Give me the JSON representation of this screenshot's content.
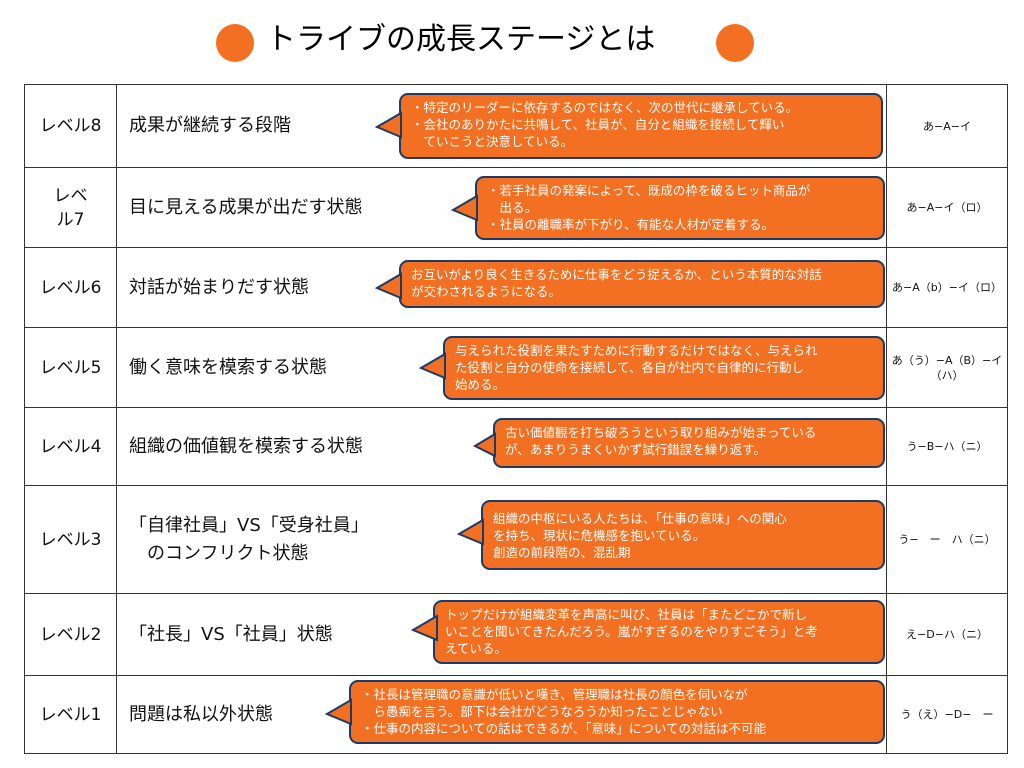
{
  "title": "トライブの成長ステージとは",
  "colors": {
    "accent": "#f36f21",
    "callout_border": "#1e3a66"
  },
  "rows": [
    {
      "level": "レベル8",
      "state_lines": [
        "成果が継続する段階"
      ],
      "callout_lines": [
        "・特定のリーダーに依存するのではなく、次の世代に継承している。",
        "・会社のありかたに共鳴して、社員が、自分と組織を接続して輝い",
        "　ていこうと決意している。"
      ],
      "code": "あ−A−イ"
    },
    {
      "level": "レベル7",
      "state_lines": [
        "目に見える成果が出だす状態"
      ],
      "callout_lines": [
        "・若手社員の発案によって、既成の枠を破るヒット商品が",
        "　出る。",
        "・社員の離職率が下がり、有能な人材が定着する。"
      ],
      "code": "あ−A−イ（ロ）"
    },
    {
      "level": "レベル6",
      "state_lines": [
        "対話が始まりだす状態"
      ],
      "callout_lines": [
        "お互いがより良く生きるために仕事をどう捉えるか、という本質的な対話",
        "が交わされるようになる。"
      ],
      "code": "あ−A（b）−イ（ロ）"
    },
    {
      "level": "レベル5",
      "state_lines": [
        "働く意味を模索する状態"
      ],
      "callout_lines": [
        "与えられた役割を果たすために行動するだけではなく、与えられ",
        "た役割と自分の使命を接続して、各自が社内で自律的に行動し",
        "始める。"
      ],
      "code": "あ（う）−A（B）−イ（ハ）"
    },
    {
      "level": "レベル4",
      "state_lines": [
        "組織の価値観を模索する状態"
      ],
      "callout_lines": [
        "古い価値観を打ち破ろうという取り組みが始まっている",
        "が、あまりうまくいかず試行錯誤を繰り返す。"
      ],
      "code": "う−B−ハ（ニ）"
    },
    {
      "level": "レベル3",
      "state_lines": [
        "「自律社員」VS「受身社員」",
        "　のコンフリクト状態"
      ],
      "callout_lines": [
        "組織の中枢にいる人たちは、「仕事の意味」への関心",
        "を持ち、現状に危機感を抱いている。",
        "創造の前段階の、混乱期"
      ],
      "code": "う−　ー　ハ（ニ）"
    },
    {
      "level": "レベル2",
      "state_lines": [
        "「社長」VS「社員」状態"
      ],
      "callout_lines": [
        "トップだけが組織変革を声高に叫び、社員は「またどこかで新し",
        "いことを聞いてきたんだろう。嵐がすぎるのをやりすごそう」と考",
        "えている。"
      ],
      "code": "え−D−ハ（ニ）"
    },
    {
      "level": "レベル1",
      "state_lines": [
        "問題は私以外状態"
      ],
      "callout_lines": [
        "・社長は管理職の意識が低いと嘆き、管理職は社長の顔色を伺いなが",
        "　ら愚痴を言う。部下は会社がどうなろうか知ったことじゃない",
        "・仕事の内容についての話はできるが、「意味」についての対話は不可能"
      ],
      "code": "う（え）−D−　ー"
    }
  ]
}
